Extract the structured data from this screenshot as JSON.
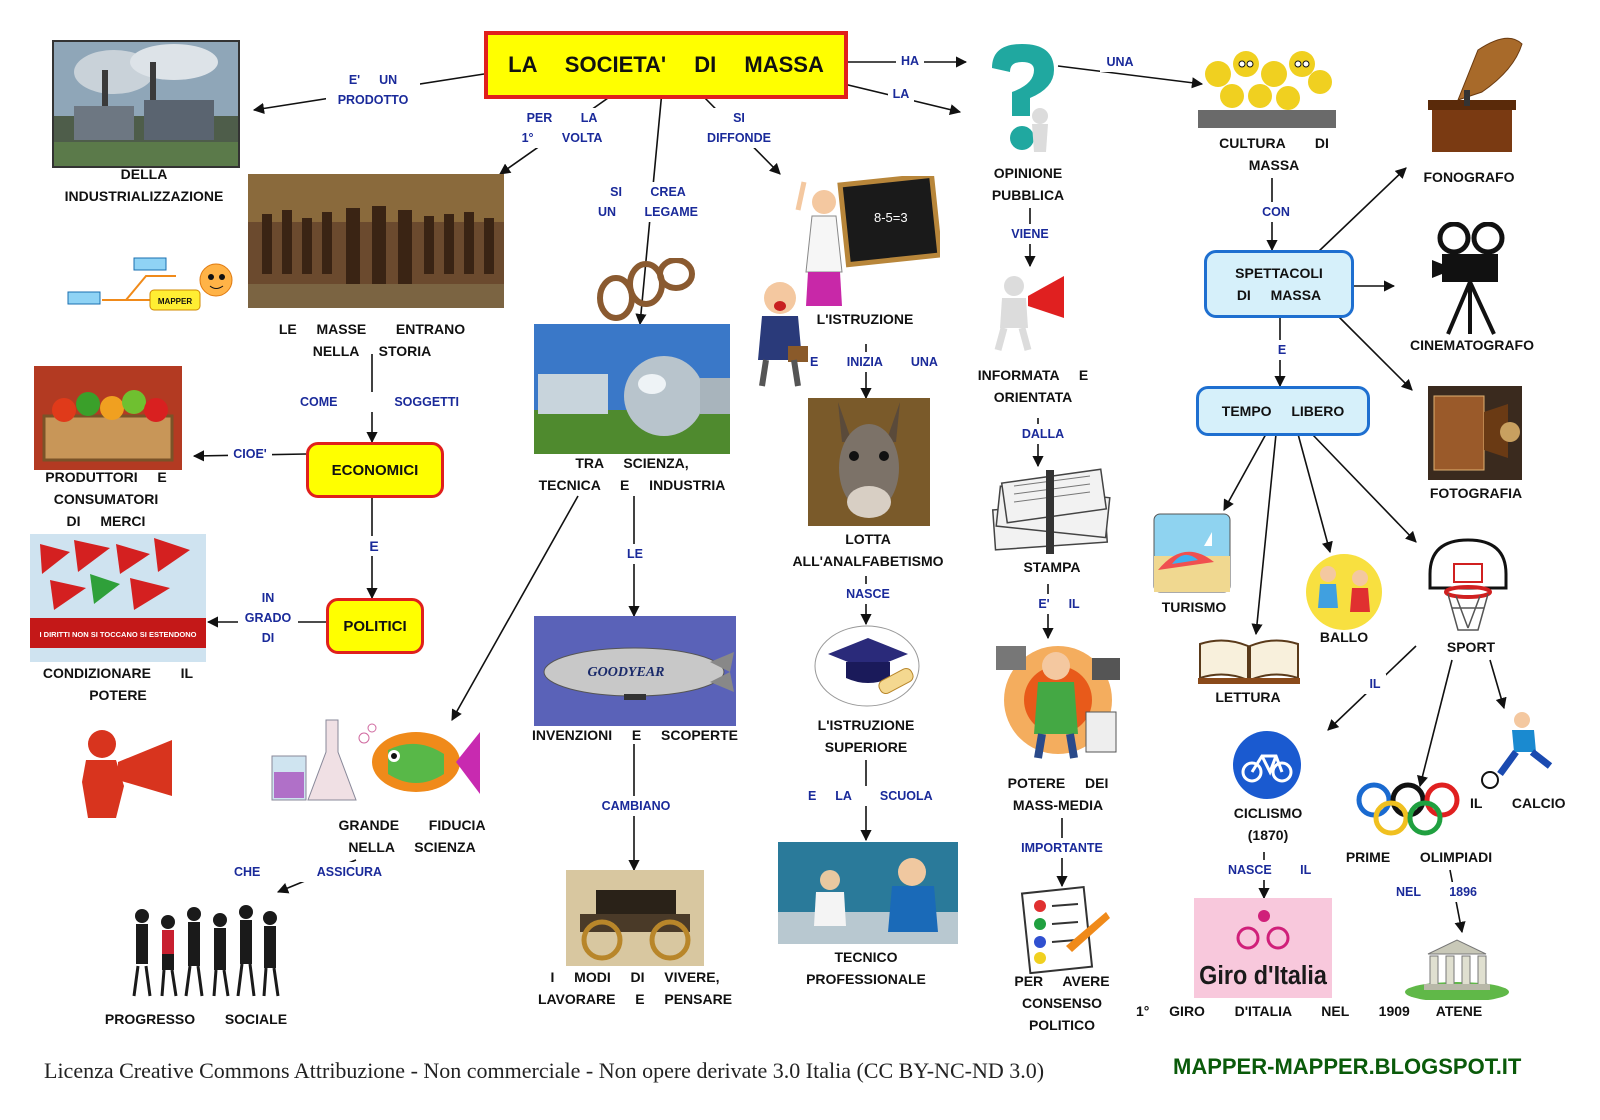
{
  "title": "LA SOCIETA' DI MASSA",
  "nodes": {
    "industrializzazione": "DELLA\nINDUSTRIALIZZAZIONE",
    "masse": "LE  MASSE   ENTRANO\nNELLA  STORIA",
    "produttori": "PRODUTTORI  E\nCONSUMATORI\nDI  MERCI",
    "economici": "ECONOMICI",
    "politici": "POLITICI",
    "condizionare": "CONDIZIONARE   IL\nPOTERE",
    "scienza_tecnica": "TRA  SCIENZA,\nTECNICA  E  INDUSTRIA",
    "invenzioni": "INVENZIONI  E  SCOPERTE",
    "modi_vivere": "I  MODI  DI  VIVERE,\nLAVORARE  E  PENSARE",
    "fiducia": "GRANDE   FIDUCIA\nNELLA  SCIENZA",
    "progresso": "PROGRESSO   SOCIALE",
    "istruzione": "L'ISTRUZIONE",
    "lotta": "LOTTA\nALL'ANALFABETISMO",
    "istruzione_superiore": "L'ISTRUZIONE\nSUPERIORE",
    "tecnico": "TECNICO\nPROFESSIONALE",
    "opinione": "OPINIONE\nPUBBLICA",
    "informata": "INFORMATA  E\nORIENTATA",
    "stampa": "STAMPA",
    "potere_media": "POTERE  DEI\nMASS-MEDIA",
    "consenso": "PER  AVERE\nCONSENSO\nPOLITICO",
    "cultura": "CULTURA   DI\nMASSA",
    "spettacoli": "SPETTACOLI\nDI  MASSA",
    "tempo_libero": "TEMPO  LIBERO",
    "fonografo": "FONOGRAFO",
    "cinematografo": "CINEMATOGRAFO",
    "fotografia": "FOTOGRAFIA",
    "turismo": "TURISMO",
    "lettura": "LETTURA",
    "ballo": "BALLO",
    "sport": "SPORT",
    "ciclismo": "CICLISMO\n(1870)",
    "giro": "1°  GIRO   D'ITALIA   NEL   1909",
    "olimpiadi": "PRIME   OLIMPIADI",
    "calcio": "IL   CALCIO",
    "atene": "ATENE",
    "mapper_logo": "MAPPER",
    "giro_logo": "Giro d'Italia",
    "goodyear": "GOODYEAR",
    "chalkboard": "8-5=3",
    "banner": "I DIRITTI NON SI TOCCANO SI ESTENDONO"
  },
  "links": {
    "prodotto": "E'  UN\nPRODOTTO",
    "per_la_volta": "PER   LA\n1°   VOLTA",
    "si_crea": "SI   CREA\nUN   LEGAME",
    "si_diffonde": "SI\nDIFFONDE",
    "ha": "HA",
    "la": "LA",
    "una": "UNA",
    "come_soggetti": "COME      SOGGETTI",
    "cioe": "CIOE'",
    "e_econ": "E",
    "in_grado": "IN\nGRADO\nDI",
    "le": "LE",
    "cambiano": "CAMBIANO",
    "che_assicura": "CHE      ASSICURA",
    "e_inizia": "E   INIZIA   UNA",
    "nasce": "NASCE",
    "e_la_scuola": "E  LA   SCUOLA",
    "viene": "VIENE",
    "dalla": "DALLA",
    "e_il": "E'  IL",
    "importante": "IMPORTANTE",
    "con": "CON",
    "e_spett": "E",
    "il": "IL",
    "nasce_il": "NASCE   IL",
    "nel_1896": "NEL   1896"
  },
  "footer": {
    "license": "Licenza Creative Commons Attribuzione - Non commerciale - Non opere derivate 3.0 Italia (CC BY-NC-ND 3.0)",
    "site": "MAPPER-MAPPER.BLOGSPOT.IT"
  },
  "colors": {
    "box_yellow": "#ffff00",
    "box_red_border": "#e0201c",
    "box_cyan": "#d6f0fa",
    "box_blue_border": "#1e6fd0",
    "link_text": "#1a2a9a",
    "brand": "#0a5a0a"
  }
}
